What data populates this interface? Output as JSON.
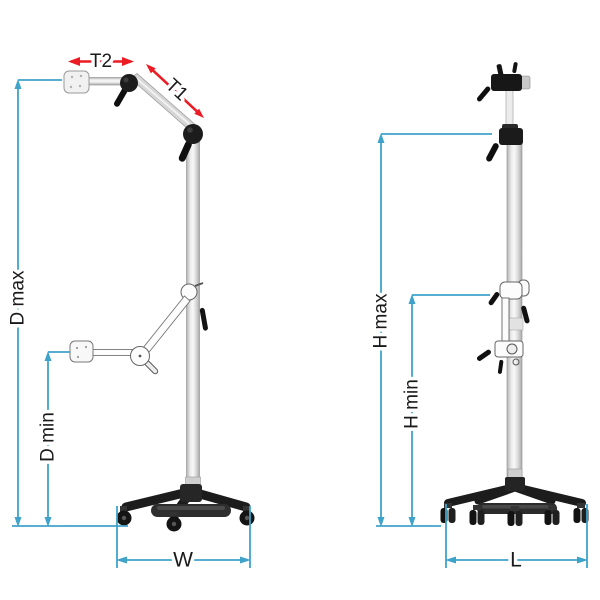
{
  "diagram": {
    "labels": {
      "t2": "T2",
      "t1": "T1",
      "d_max": "D max",
      "d_min": "D min",
      "w": "W",
      "h_max": "H max",
      "h_min": "H min",
      "l": "L"
    },
    "colors": {
      "dimension_line": "#3FA3C9",
      "arrow_red": "#EC1C24",
      "label_text": "#1A1A1A"
    }
  }
}
